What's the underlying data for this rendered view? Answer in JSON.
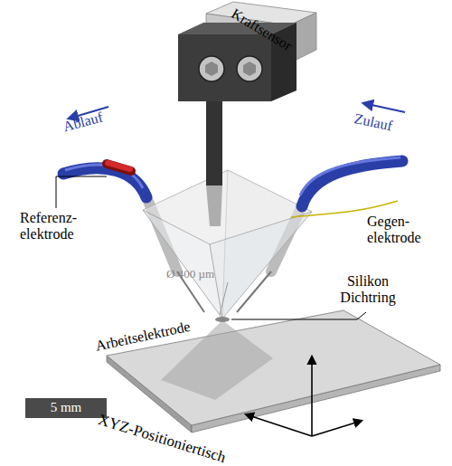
{
  "diagram": {
    "labels": [
      "Kraftsensor",
      "Ablauf",
      "Zulauf",
      "Referenz- elektrode",
      "Gegen- elektrode",
      "Ø 400 µm",
      "Silikon Dichtring",
      "Arbeitselektrode",
      "5 mm",
      "XYZ-Positioniertisch"
    ]
  }
}
